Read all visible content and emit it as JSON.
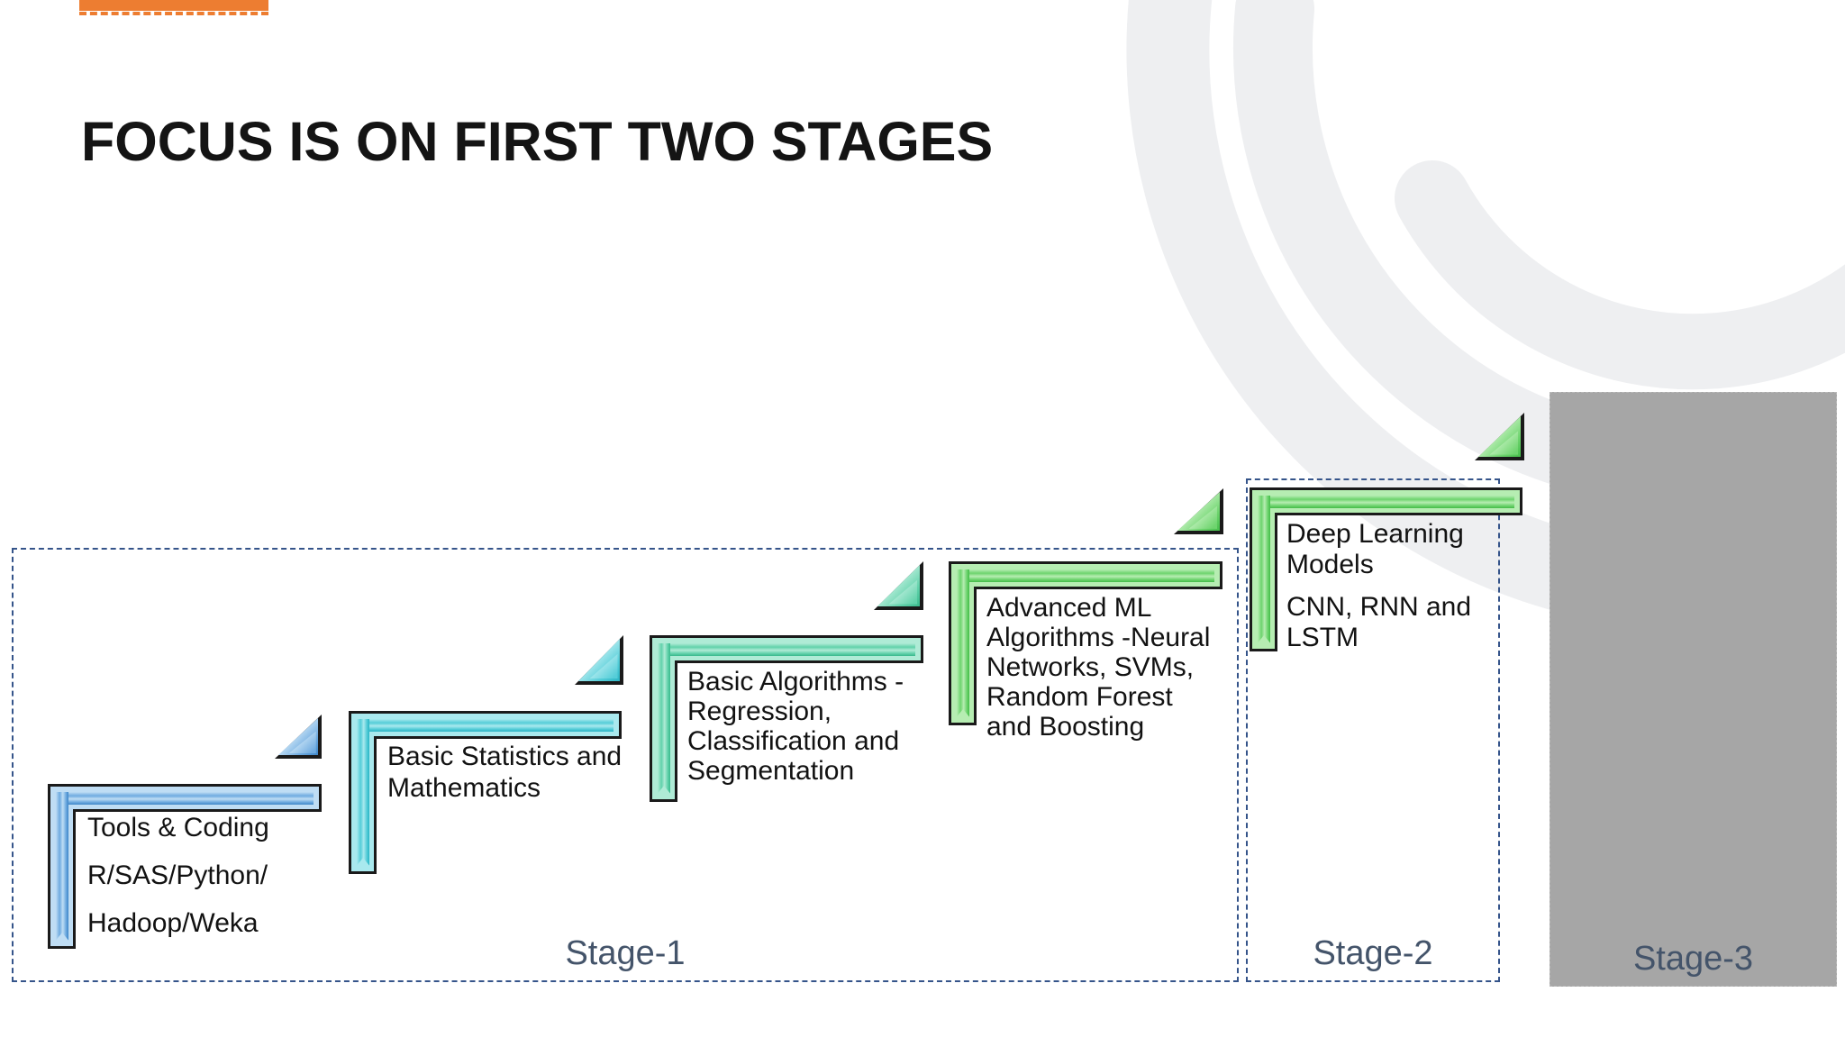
{
  "slide": {
    "title": "FOCUS IS ON FIRST TWO STAGES"
  },
  "steps": [
    {
      "id": "step-1",
      "stage": "Stage-1",
      "palette": "blue",
      "paragraphs": [
        "Tools & Coding",
        "R/SAS/Python/",
        "Hadoop/Weka"
      ]
    },
    {
      "id": "step-2",
      "stage": "Stage-1",
      "palette": "cyan",
      "paragraphs": [
        "Basic Statistics and Mathematics"
      ]
    },
    {
      "id": "step-3",
      "stage": "Stage-1",
      "palette": "mint",
      "paragraphs": [
        "Basic Algorithms - Regression, Classification and Segmentation"
      ]
    },
    {
      "id": "step-4",
      "stage": "Stage-1",
      "palette": "green",
      "paragraphs": [
        "Advanced ML Algorithms -Neural Networks, SVMs, Random Forest and Boosting"
      ]
    },
    {
      "id": "step-5",
      "stage": "Stage-2",
      "palette": "green",
      "paragraphs": [
        "Deep Learning Models",
        "CNN, RNN and LSTM"
      ]
    }
  ],
  "stages": [
    {
      "label": "Stage-1"
    },
    {
      "label": "Stage-2"
    },
    {
      "label": "Stage-3"
    }
  ],
  "colors": {
    "accent_bar": "#ED7D31",
    "title_text": "#141414",
    "step_text": "#121212",
    "stage_label": "#44546A",
    "stage_dashed_border": "#35548A",
    "stage3_fill": "#A6A6A6",
    "shape_outline": "#1A1A1A",
    "watermark": "#EEEFF1",
    "step_palettes": {
      "blue": {
        "light": "#BFDDF4",
        "mid": "#6FABE0",
        "dark": "#3E86C8"
      },
      "cyan": {
        "light": "#A9E9EE",
        "mid": "#55CDD8",
        "dark": "#2BB4C4"
      },
      "mint": {
        "light": "#AFEBD6",
        "mid": "#62D2AB",
        "dark": "#38B98C"
      },
      "green": {
        "light": "#B6EDB2",
        "mid": "#6ED46E",
        "dark": "#44BC4A"
      }
    }
  }
}
